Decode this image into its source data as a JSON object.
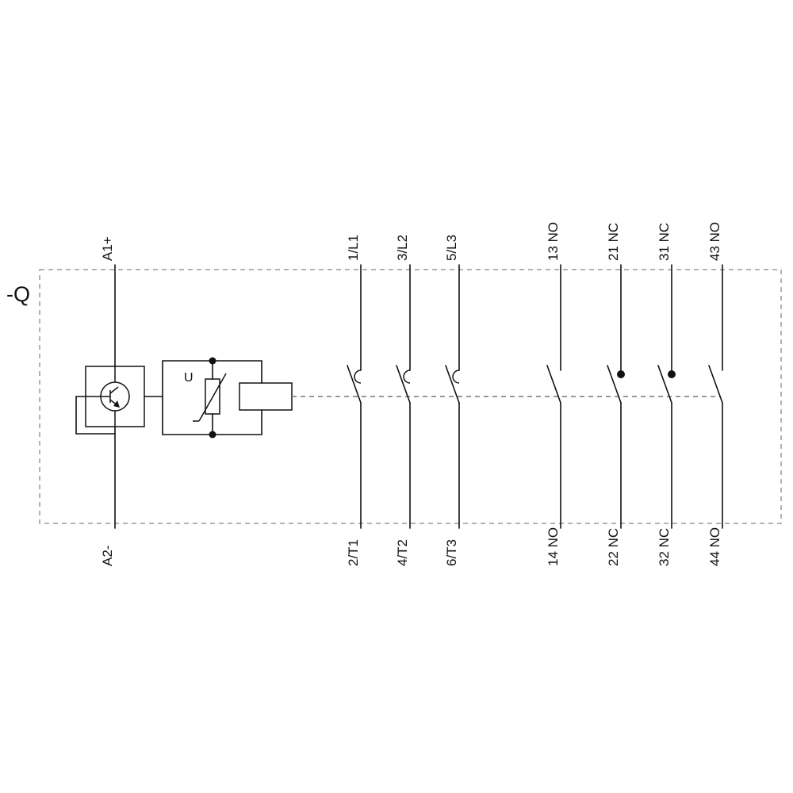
{
  "device_label": "-Q",
  "coil": {
    "top_terminal": "A1+",
    "bottom_terminal": "A2-",
    "suppressor_label": "U"
  },
  "poles": [
    {
      "id": "L1",
      "type": "main",
      "top": "1/L1",
      "bottom": "2/T1"
    },
    {
      "id": "L2",
      "type": "main",
      "top": "3/L2",
      "bottom": "4/T2"
    },
    {
      "id": "L3",
      "type": "main",
      "top": "5/L3",
      "bottom": "6/T3"
    },
    {
      "id": "13-14",
      "type": "aux-no",
      "top": "13 NO",
      "bottom": "14 NO"
    },
    {
      "id": "21-22",
      "type": "aux-nc",
      "top": "21 NC",
      "bottom": "22 NC"
    },
    {
      "id": "31-32",
      "type": "aux-nc",
      "top": "31 NC",
      "bottom": "32 NC"
    },
    {
      "id": "43-44",
      "type": "aux-no",
      "top": "43 NO",
      "bottom": "44 NO"
    }
  ],
  "colors": {
    "line": "#111111",
    "boundary": "#9a9a9a",
    "background": "#ffffff"
  }
}
